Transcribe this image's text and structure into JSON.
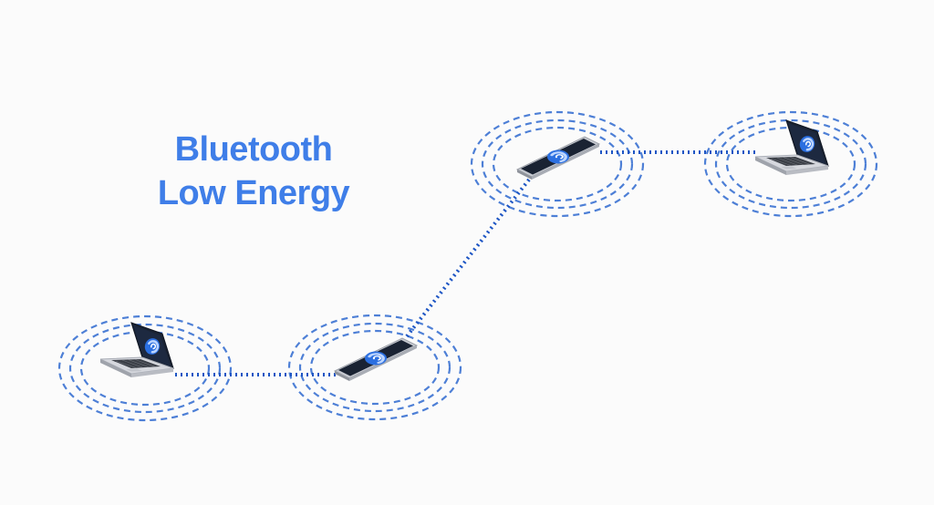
{
  "title": {
    "line1": "Bluetooth",
    "line2": "Low Energy"
  },
  "colors": {
    "title": "#3f7ee8",
    "signal_rings": "#4d7fd6",
    "link_line": "#1d55c4",
    "device_screen": "#1a2333",
    "device_body": "#c9ccd3",
    "logo": "#3f7ee8"
  },
  "nodes": [
    {
      "id": "laptop-left",
      "kind": "laptop",
      "icon": "laptop-icon"
    },
    {
      "id": "phone-mid-low",
      "kind": "phone",
      "icon": "phone-icon"
    },
    {
      "id": "phone-mid-high",
      "kind": "phone",
      "icon": "phone-icon"
    },
    {
      "id": "laptop-right",
      "kind": "laptop",
      "icon": "laptop-icon"
    }
  ],
  "links": [
    {
      "from": "laptop-left",
      "to": "phone-mid-low",
      "style": "dotted"
    },
    {
      "from": "phone-mid-low",
      "to": "phone-mid-high",
      "style": "dotted"
    },
    {
      "from": "phone-mid-high",
      "to": "laptop-right",
      "style": "dotted"
    }
  ]
}
